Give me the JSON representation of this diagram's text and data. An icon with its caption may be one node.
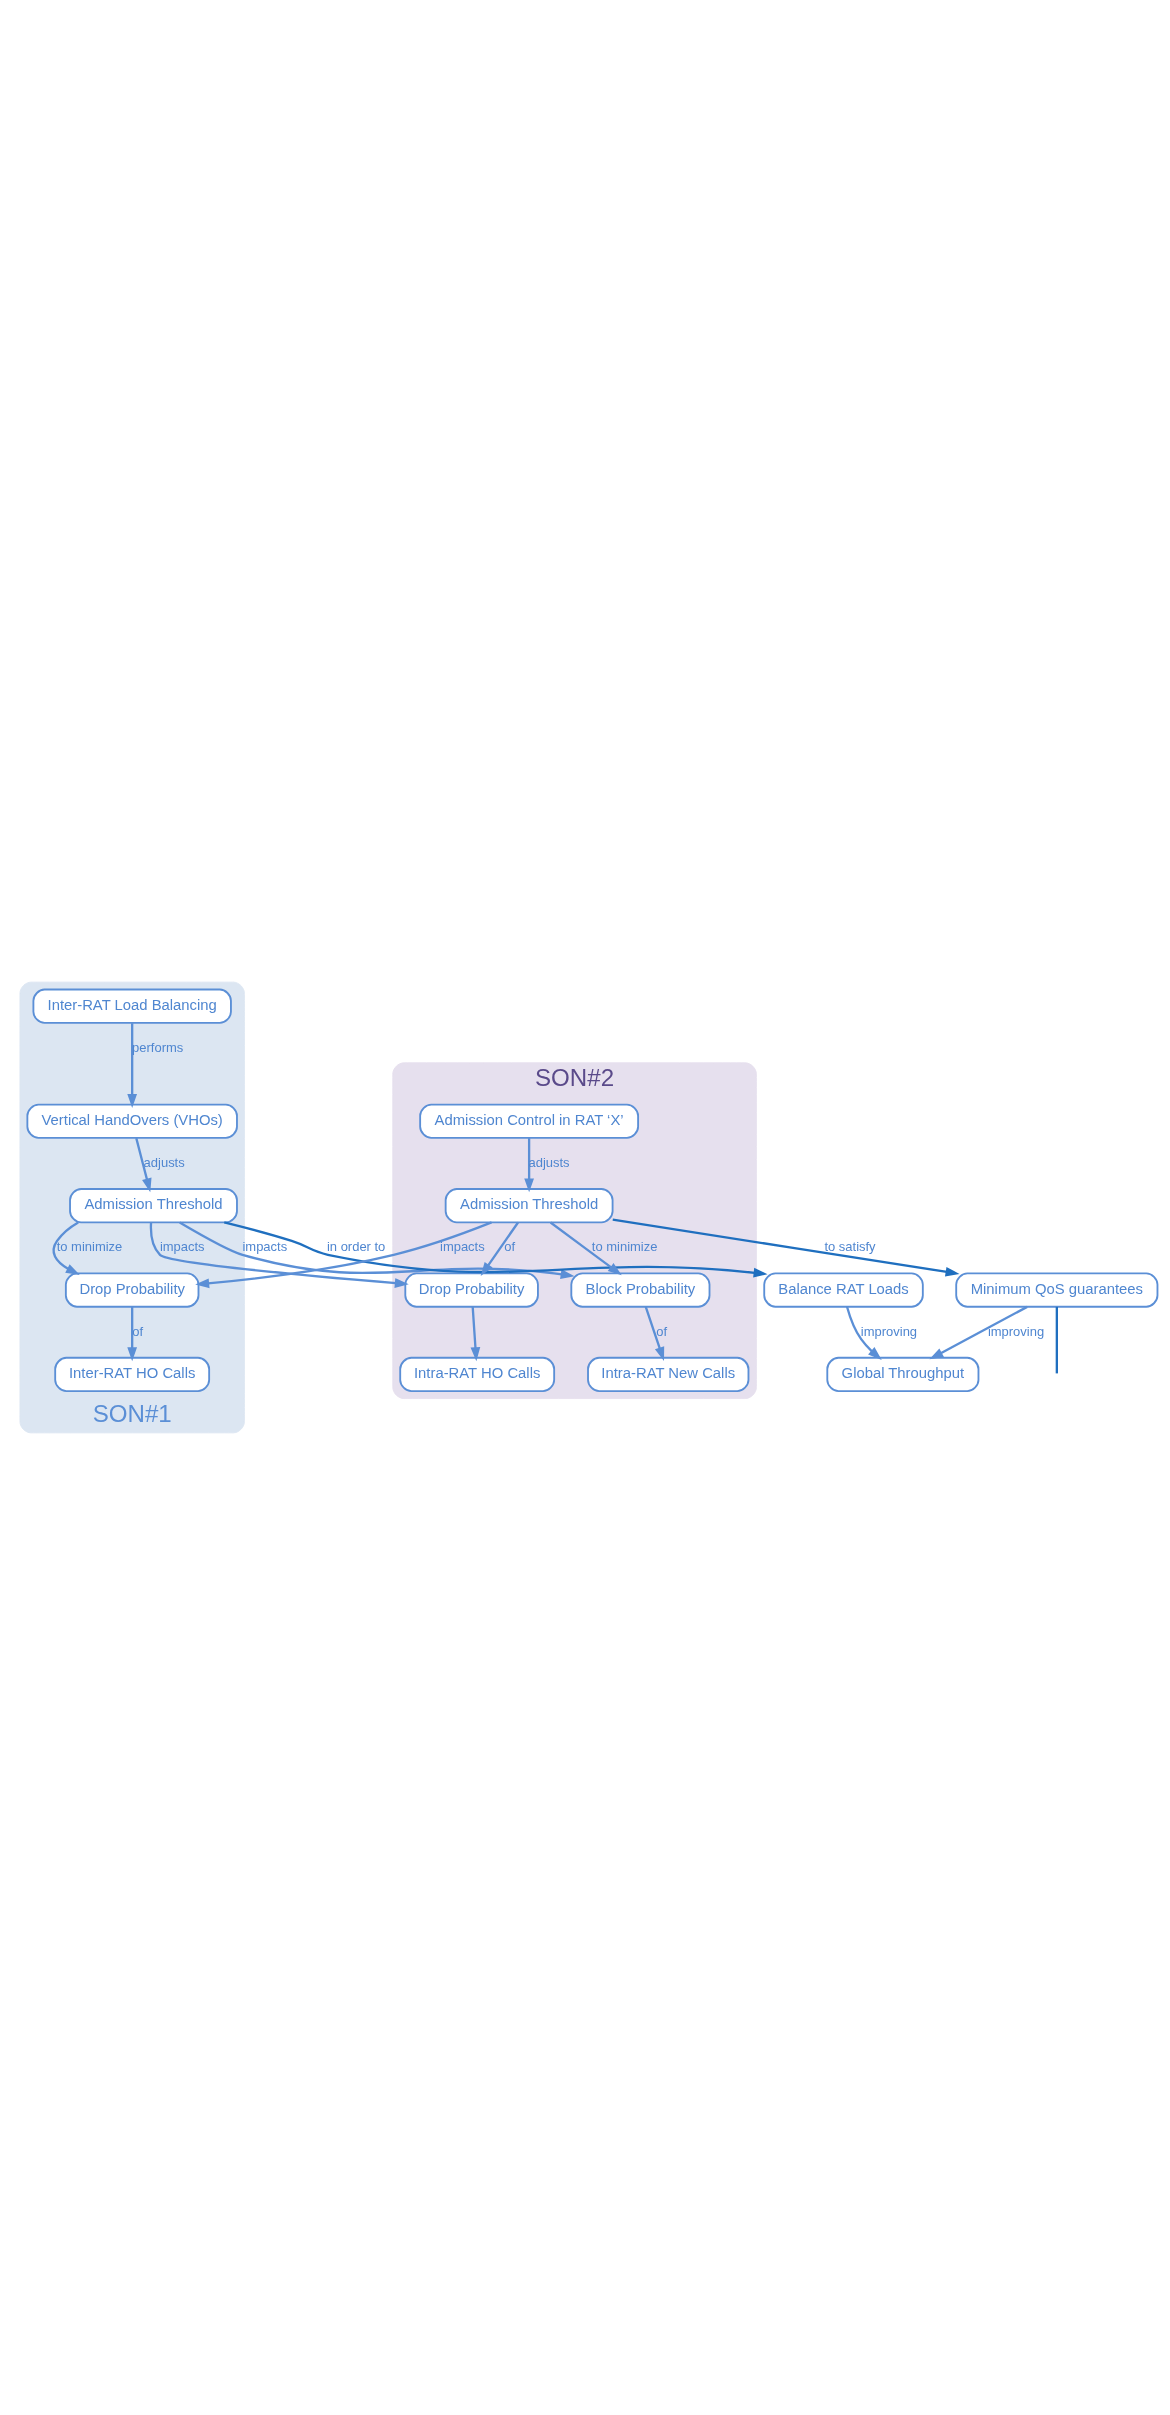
{
  "diagram": {
    "nodes": [
      {
        "text": [
          "SON#1"
        ]
      },
      {
        "text": [
          "Inter-RAT Load Balancing"
        ],
        "in": 0
      },
      {
        "text": [
          "Vertical HandOvers (VHOs)"
        ],
        "in": 0
      },
      {
        "text": [
          "Admission Threshold"
        ],
        "in": 0
      },
      {
        "text": [
          "Drop Probability"
        ],
        "in": 0
      },
      {
        "text": [
          "Inter-RAT HO Calls"
        ],
        "in": 0
      },
      {
        "text": [
          "SON#2"
        ]
      },
      {
        "text": [
          "Intra-RAT HO Calls"
        ],
        "in": 6
      },
      {
        "text": [
          "Intra-RAT New Calls"
        ],
        "in": 6
      },
      {
        "text": [
          "Block Probability"
        ],
        "in": 6
      },
      {
        "text": [
          "Drop Probability"
        ],
        "in": 6
      },
      {
        "text": [
          "Admission Threshold"
        ],
        "in": 6
      },
      {
        "text": [
          "Admission Control in RAT ‘X’"
        ],
        "in": 6
      },
      {
        "text": [
          "Balance RAT Loads"
        ]
      },
      {
        "text": [
          "Global Throughput"
        ]
      },
      {
        "text": [
          "Minimum QoS guarantees"
        ]
      }
    ],
    "edges": [
      {
        "from": 1,
        "to": 2,
        "arrow": "to",
        "label": "performs"
      },
      {
        "from": 2,
        "to": 3,
        "arrow": "to",
        "label": "adjusts"
      },
      {
        "from": 3,
        "to": 9,
        "arrow": "to",
        "label": "impacts"
      },
      {
        "from": 3,
        "to": 10,
        "arrow": "to",
        "label": "impacts"
      },
      {
        "from": 3,
        "to": 4,
        "arrow": "to",
        "label": "to minimize"
      },
      {
        "from": 4,
        "to": 5,
        "arrow": "to",
        "label": "of"
      },
      {
        "from": 10,
        "to": 7,
        "arrow": "to"
      },
      {
        "from": 9,
        "to": 8,
        "arrow": "to",
        "label": "of"
      },
      {
        "from": 11,
        "to": 10,
        "arrow": "to",
        "label": "of"
      },
      {
        "from": 11,
        "to": 9,
        "arrow": "to",
        "label": "to minimize"
      },
      {
        "from": 11,
        "to": 4,
        "arrow": "to",
        "label": "impacts"
      },
      {
        "from": 12,
        "to": 11,
        "arrow": "to",
        "label": "adjusts"
      },
      {
        "from": 3,
        "to": 13,
        "arrow": "to",
        "label": "in order to",
        "color": "#1f6fbf"
      },
      {
        "from": 11,
        "to": 15,
        "arrow": "to",
        "label": "to satisfy",
        "color": "#1f6fbf"
      },
      {
        "from": 13,
        "to": 14,
        "arrow": "to",
        "label": "improving"
      },
      {
        "from": 15,
        "to": 14,
        "arrow": "to",
        "label": "improving"
      },
      {
        "from": 15,
        "to": null,
        "arrow": "none",
        "color": "#1f6fbf"
      }
    ]
  }
}
